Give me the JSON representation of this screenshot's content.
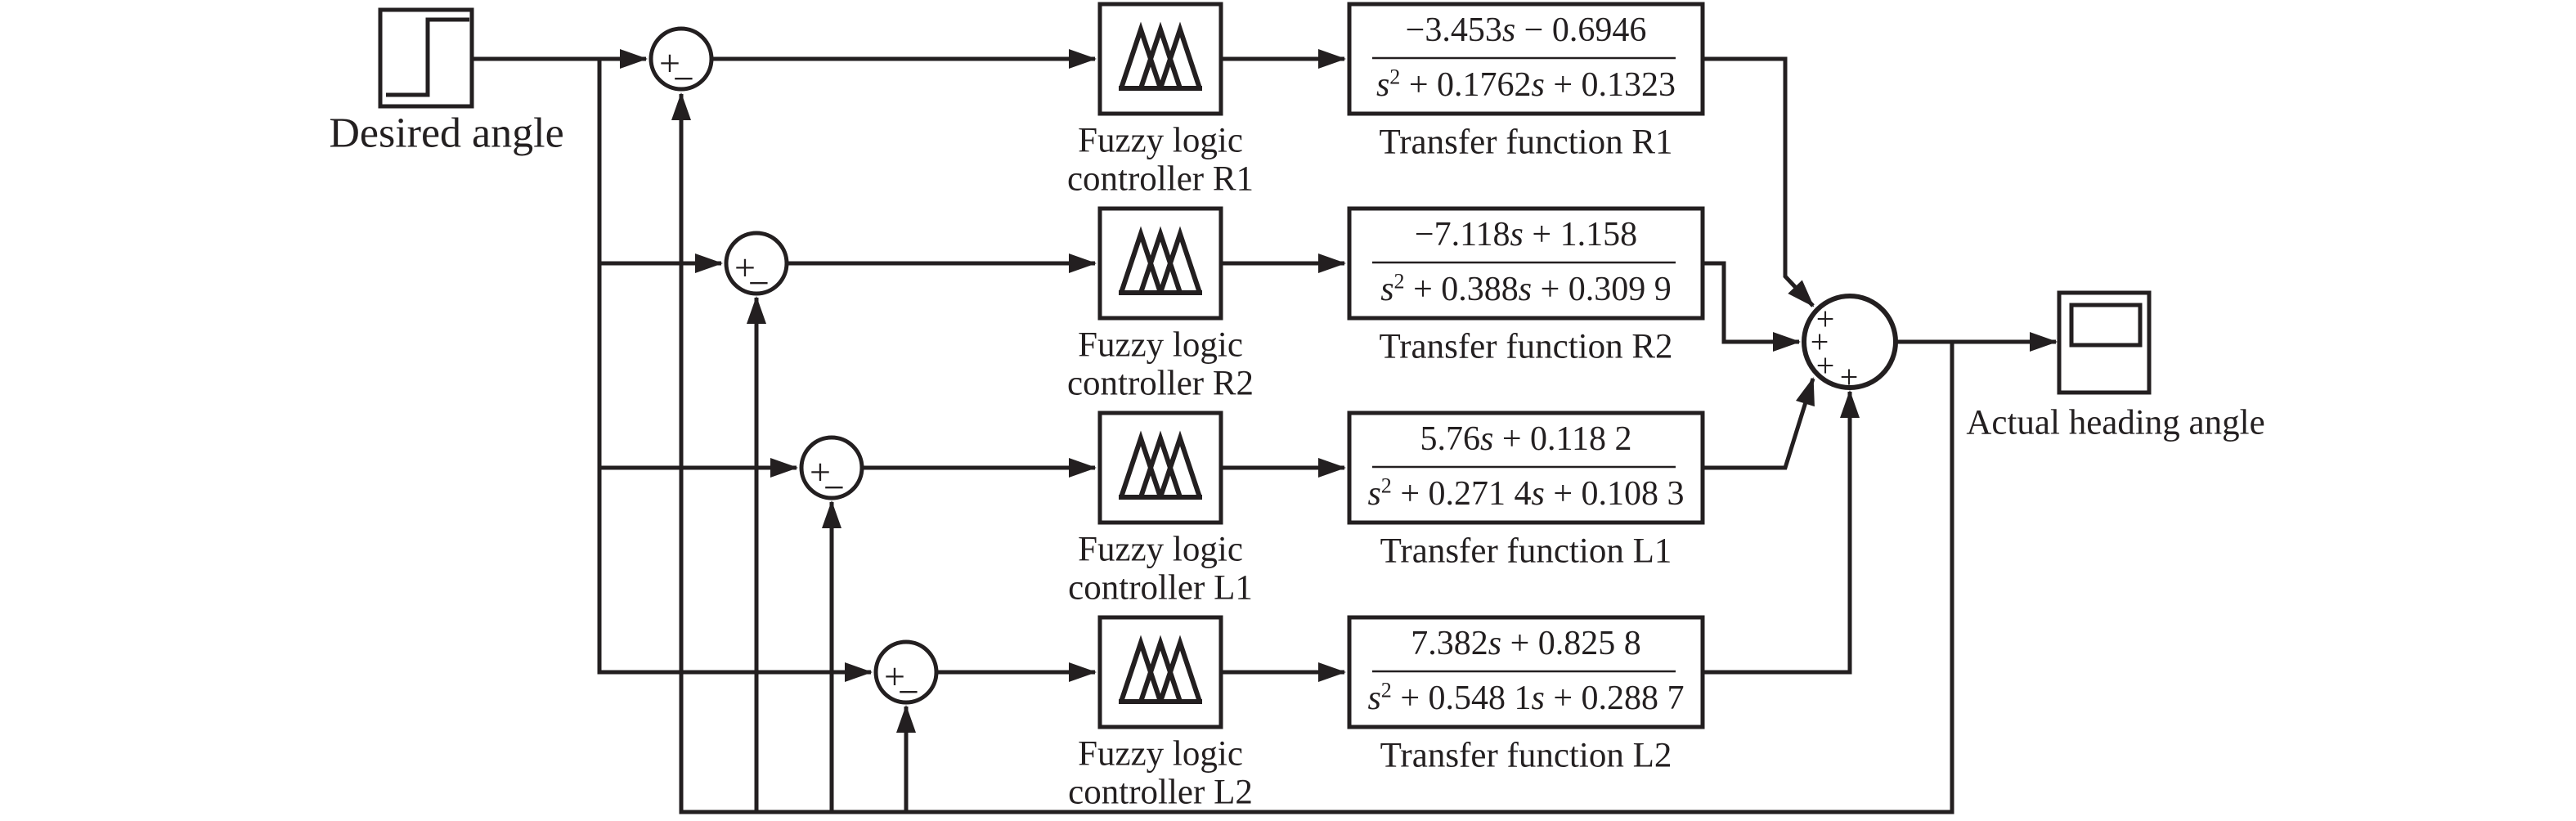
{
  "figure": {
    "type": "fuzzy-control-block-diagram",
    "colors": {
      "ink": "#231f20",
      "background": "#ffffff"
    },
    "source": {
      "label": "Desired angle",
      "icon": "step-signal-icon"
    },
    "sink": {
      "label": "Actual heading angle",
      "icon": "scope-icon"
    },
    "error_junction": {
      "plus": "+",
      "minus": "−"
    },
    "output_junction": {
      "signs": [
        "+",
        "+",
        "+",
        "+"
      ]
    },
    "channels": [
      {
        "id": "R1",
        "fuzzy_label_line1": "Fuzzy logic",
        "fuzzy_label_line2": "controller R1",
        "tf_label": "Transfer function R1",
        "tf_numerator": "−3.453s − 0.6946",
        "tf_denominator": "s^2 + 0.1762s + 0.1323"
      },
      {
        "id": "R2",
        "fuzzy_label_line1": "Fuzzy logic",
        "fuzzy_label_line2": "controller R2",
        "tf_label": "Transfer function R2",
        "tf_numerator": "−7.118s + 1.158",
        "tf_denominator": "s^2 + 0.388s + 0.309 9"
      },
      {
        "id": "L1",
        "fuzzy_label_line1": "Fuzzy logic",
        "fuzzy_label_line2": "controller L1",
        "tf_label": "Transfer function L1",
        "tf_numerator": "5.76s + 0.118 2",
        "tf_denominator": "s^2 + 0.271 4s + 0.108 3"
      },
      {
        "id": "L2",
        "fuzzy_label_line1": "Fuzzy logic",
        "fuzzy_label_line2": "controller L2",
        "tf_label": "Transfer function L2",
        "tf_numerator": "7.382s + 0.825 8",
        "tf_denominator": "s^2 + 0.548 1s + 0.288 7"
      }
    ]
  }
}
